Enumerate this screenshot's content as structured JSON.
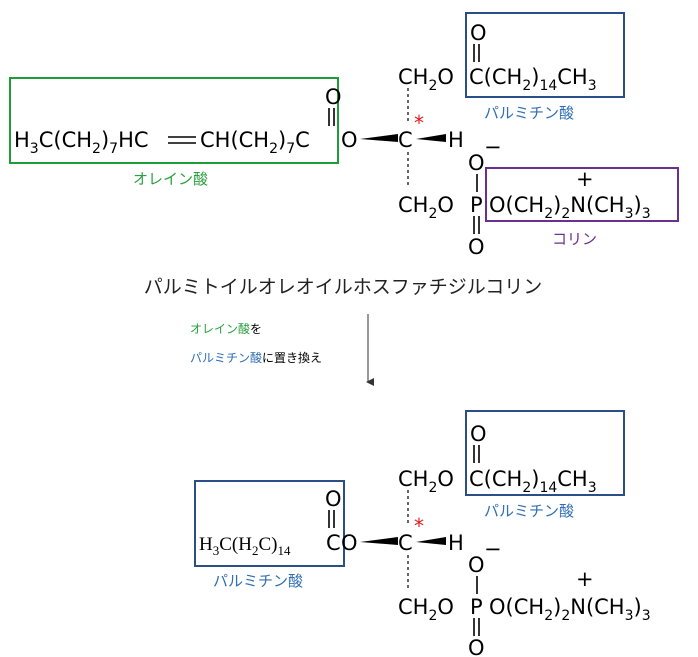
{
  "title": "パルミトイルオレオイルホスファチジルコリン",
  "top": {
    "oleic_chain": "H₃C(CH₂)₇HC＝CH(CH₂)₇C",
    "palmitic_chain": "C(CH₂)₁₄CH₃",
    "choline": "O(CH₂)₂N(CH₃)₃",
    "labels": {
      "oleic": "オレイン酸",
      "palmitic": "パルミチン酸",
      "choline": "コリン"
    }
  },
  "annotation": {
    "line1_colored": "オレイン酸",
    "line1_rest": "を",
    "line2_colored": "パルミチン酸",
    "line2_rest": "に置き換え"
  },
  "bottom": {
    "chain_serif": "H₃C(H₂C)₁₄",
    "labels": {
      "palmitic_left": "パルミチン酸",
      "palmitic_right": "パルミチン酸"
    }
  },
  "atoms": {
    "carbonyl_O": "O",
    "ester_O": "O",
    "chiral_C": "C",
    "H": "H",
    "CH2O": "CH₂O",
    "P": "P",
    "O_minus": "O",
    "minus": "−",
    "plus": "+",
    "star": "*"
  },
  "colors": {
    "green": "#1e9e38",
    "blue": "#2b4e87",
    "purple": "#6b2f8e",
    "label_green": "#2aa040",
    "label_blue": "#2f6eb5",
    "label_purple": "#6b2f8e",
    "red_star": "#e31a1c"
  }
}
